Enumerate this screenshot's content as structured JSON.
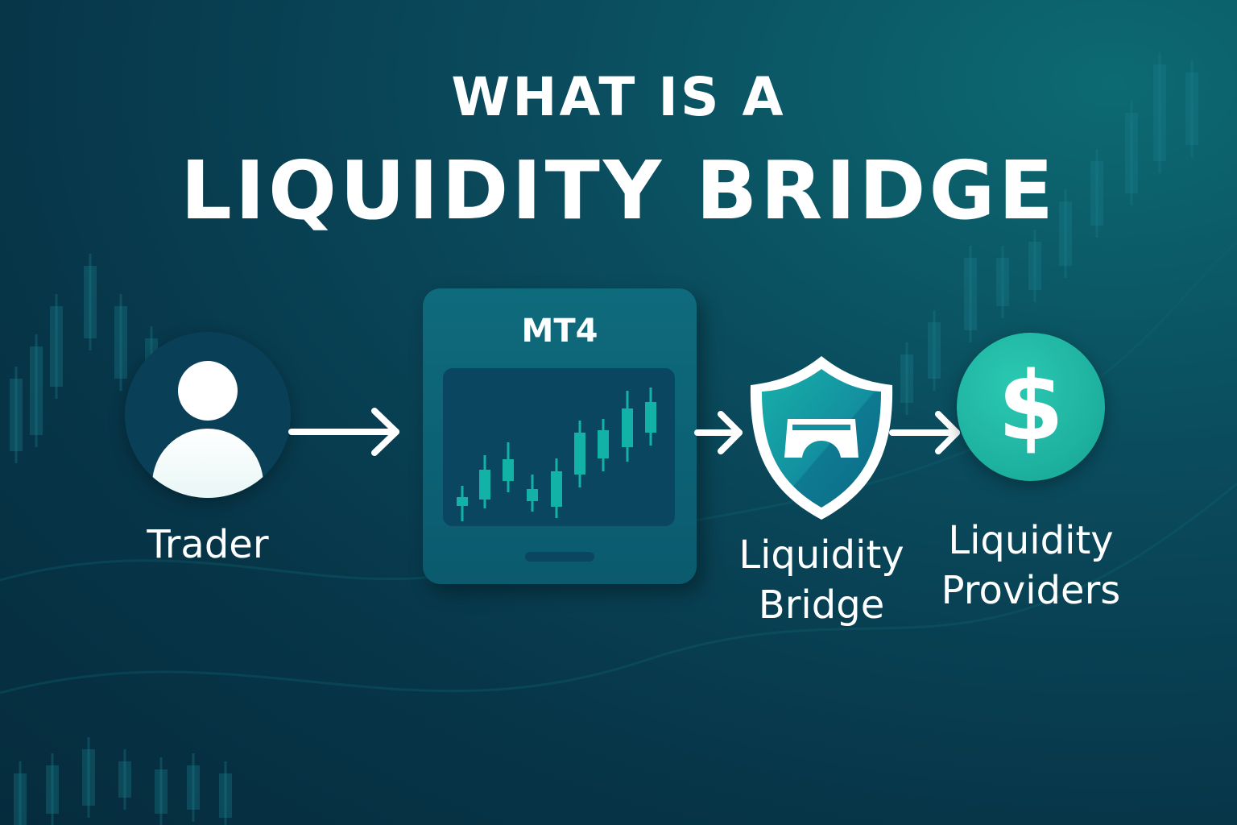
{
  "title": {
    "line1": "WHAT IS A",
    "line2": "LIQUIDITY BRIDGE"
  },
  "nodes": [
    {
      "id": "trader",
      "label": "Trader",
      "icon": "user-icon"
    },
    {
      "id": "mt4",
      "label": "MT4",
      "icon": "candlestick-chart-icon"
    },
    {
      "id": "bridge",
      "label_line1": "Liquidity",
      "label_line2": "Bridge",
      "icon": "shield-bridge-icon"
    },
    {
      "id": "providers",
      "label_line1": "Liquidity",
      "label_line2": "Providers",
      "icon": "dollar-icon",
      "symbol": "$"
    }
  ],
  "colors": {
    "accent": "#1fb8a5",
    "panel": "#0e6b7c",
    "background": "#073649"
  }
}
